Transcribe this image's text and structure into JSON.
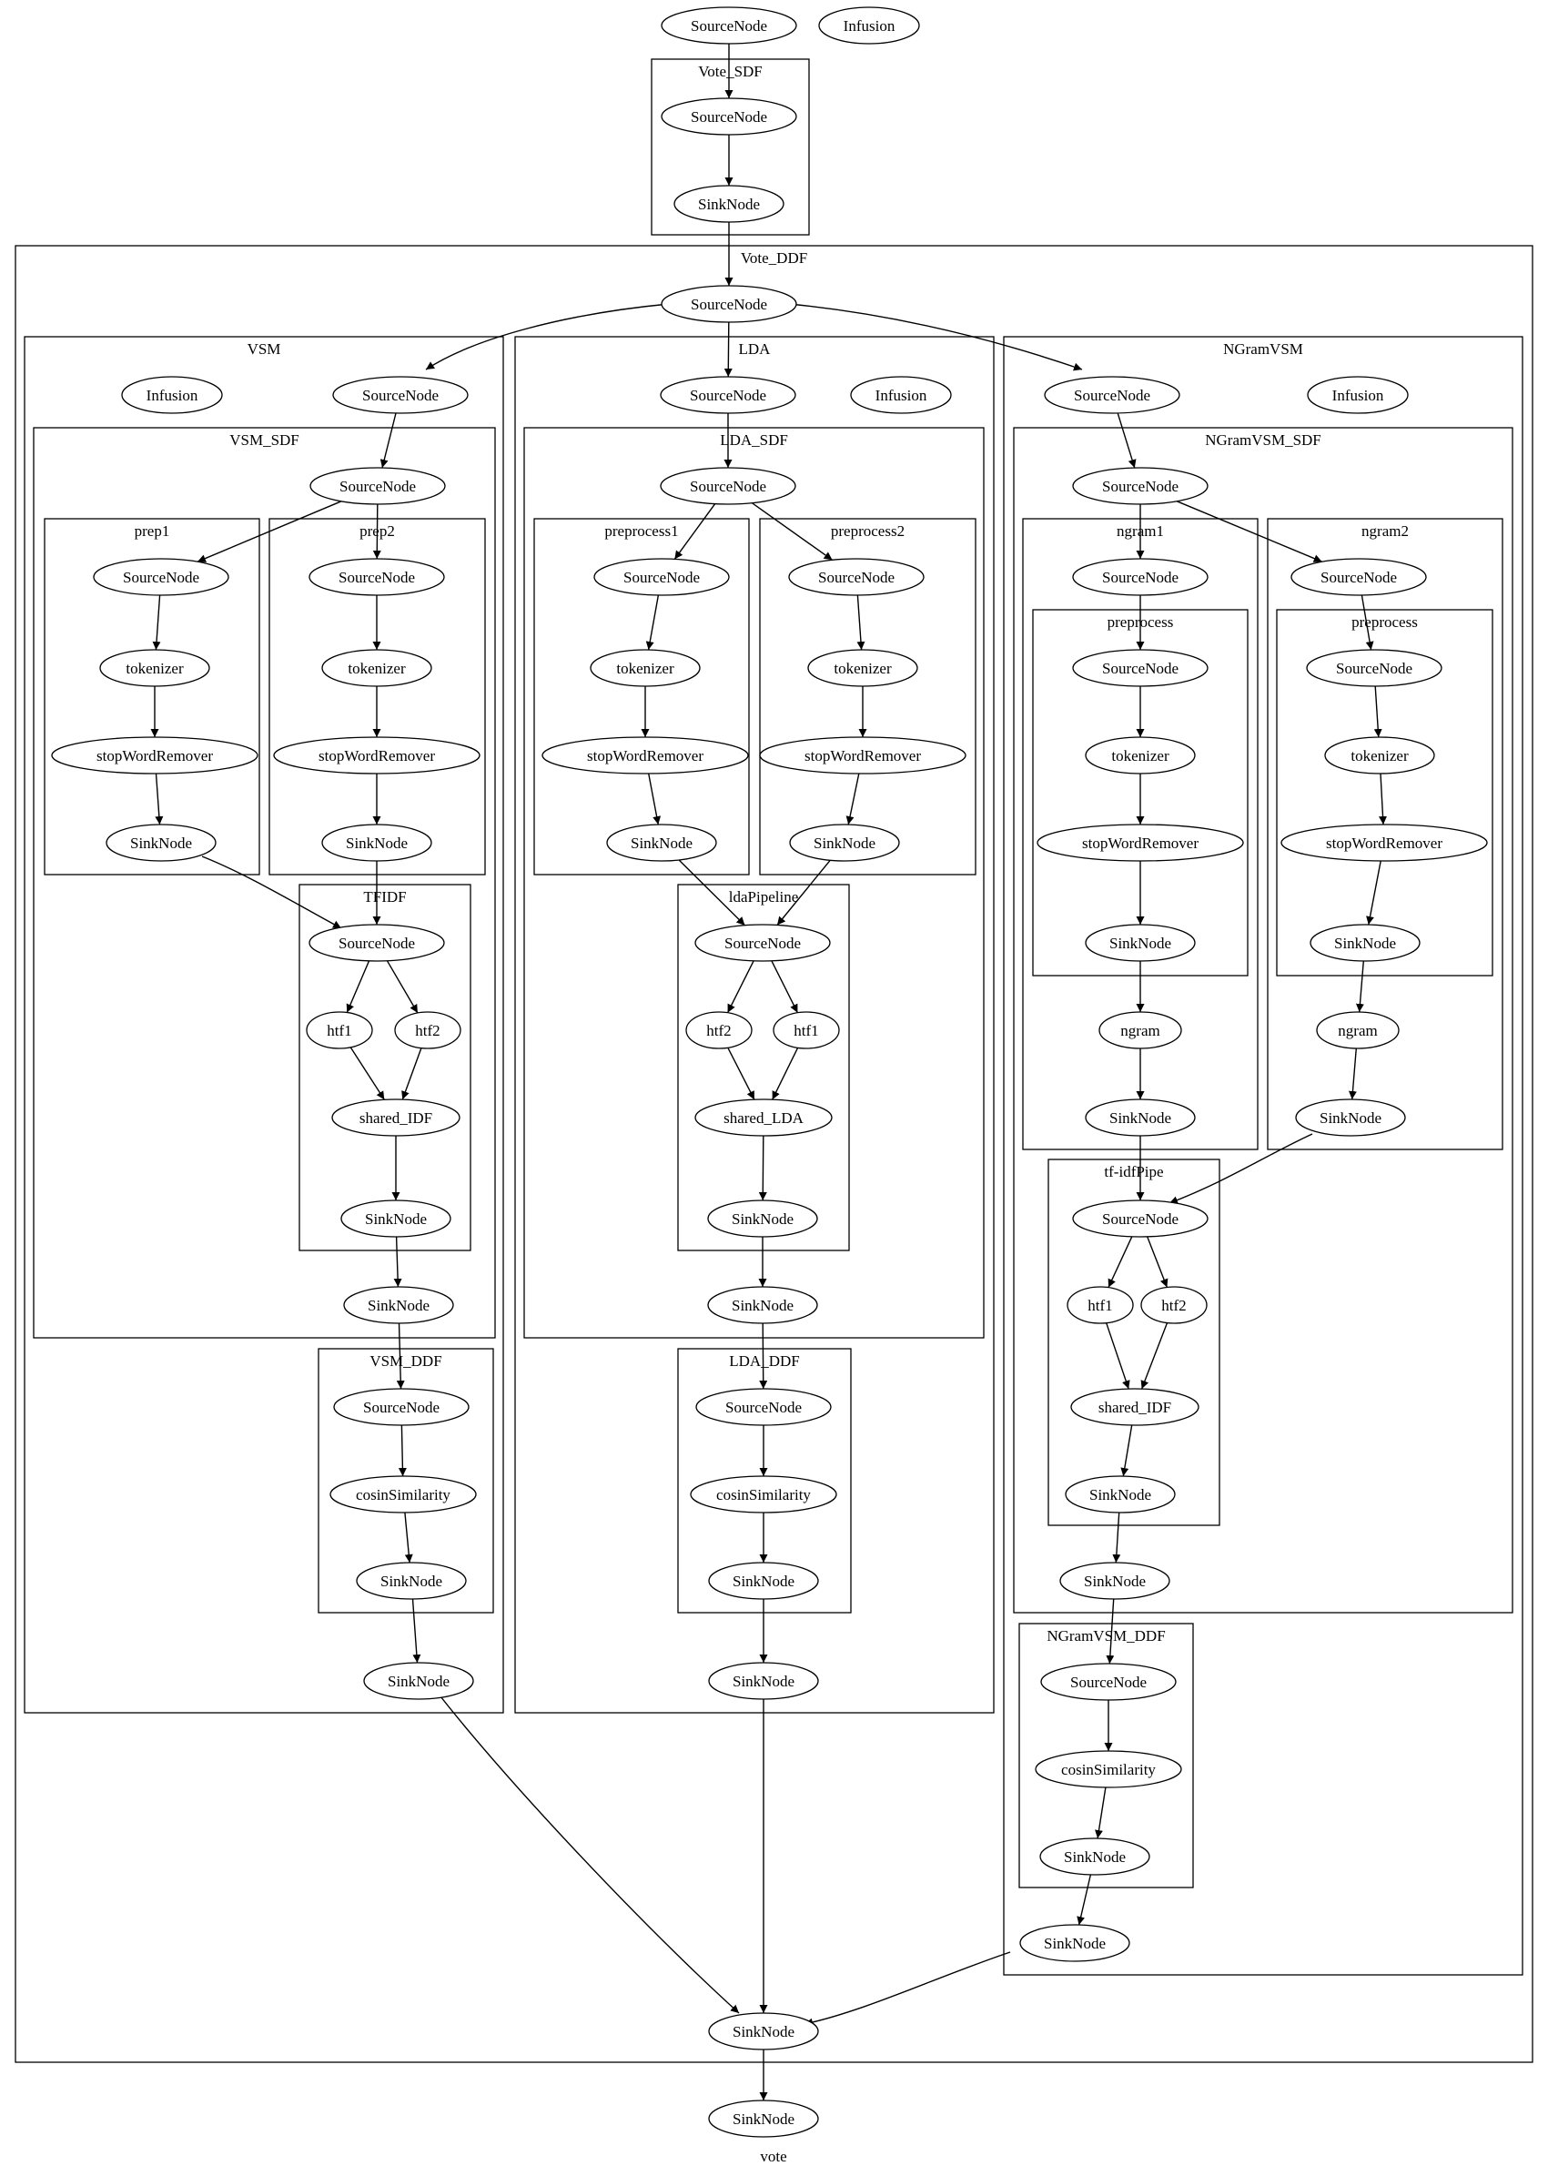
{
  "graph_label": "vote",
  "colors": {
    "stroke": "#000000",
    "background": "#ffffff",
    "fill": "#ffffff"
  },
  "clusters": [
    {
      "id": "vote_sdf",
      "label": "Vote_SDF"
    },
    {
      "id": "vote_ddf",
      "label": "Vote_DDF"
    },
    {
      "id": "vsm",
      "label": "VSM"
    },
    {
      "id": "vsm_sdf",
      "label": "VSM_SDF"
    },
    {
      "id": "prep1",
      "label": "prep1"
    },
    {
      "id": "prep2",
      "label": "prep2"
    },
    {
      "id": "tfidf",
      "label": "TFIDF"
    },
    {
      "id": "vsm_ddf",
      "label": "VSM_DDF"
    },
    {
      "id": "lda",
      "label": "LDA"
    },
    {
      "id": "lda_sdf",
      "label": "LDA_SDF"
    },
    {
      "id": "preprocess1",
      "label": "preprocess1"
    },
    {
      "id": "preprocess2",
      "label": "preprocess2"
    },
    {
      "id": "ldapipeline",
      "label": "ldaPipeline"
    },
    {
      "id": "lda_ddf",
      "label": "LDA_DDF"
    },
    {
      "id": "ngramvsm",
      "label": "NGramVSM"
    },
    {
      "id": "ngramvsm_sdf",
      "label": "NGramVSM_SDF"
    },
    {
      "id": "ngram1",
      "label": "ngram1"
    },
    {
      "id": "ngram1_pre",
      "label": "preprocess"
    },
    {
      "id": "ngram2",
      "label": "ngram2"
    },
    {
      "id": "ngram2_pre",
      "label": "preprocess"
    },
    {
      "id": "tfidfpipe",
      "label": "tf-idfPipe"
    },
    {
      "id": "ngramvsm_ddf",
      "label": "NGramVSM_DDF"
    }
  ],
  "nodes": [
    {
      "id": "top_src",
      "label": "SourceNode"
    },
    {
      "id": "top_inf",
      "label": "Infusion"
    },
    {
      "id": "vsdf_src",
      "label": "SourceNode"
    },
    {
      "id": "vsdf_sink",
      "label": "SinkNode"
    },
    {
      "id": "vddf_src",
      "label": "SourceNode"
    },
    {
      "id": "vsm_inf",
      "label": "Infusion"
    },
    {
      "id": "vsm_src",
      "label": "SourceNode"
    },
    {
      "id": "vsmsdf_src",
      "label": "SourceNode"
    },
    {
      "id": "p1_src",
      "label": "SourceNode"
    },
    {
      "id": "p1_tok",
      "label": "tokenizer"
    },
    {
      "id": "p1_stop",
      "label": "stopWordRemover"
    },
    {
      "id": "p1_sink",
      "label": "SinkNode"
    },
    {
      "id": "p2_src",
      "label": "SourceNode"
    },
    {
      "id": "p2_tok",
      "label": "tokenizer"
    },
    {
      "id": "p2_stop",
      "label": "stopWordRemover"
    },
    {
      "id": "p2_sink",
      "label": "SinkNode"
    },
    {
      "id": "tf_src",
      "label": "SourceNode"
    },
    {
      "id": "tf_htf1",
      "label": "htf1"
    },
    {
      "id": "tf_htf2",
      "label": "htf2"
    },
    {
      "id": "tf_idf",
      "label": "shared_IDF"
    },
    {
      "id": "tf_sink",
      "label": "SinkNode"
    },
    {
      "id": "vsmsdf_sink",
      "label": "SinkNode"
    },
    {
      "id": "vsmddf_src",
      "label": "SourceNode"
    },
    {
      "id": "vsmddf_cos",
      "label": "cosinSimilarity"
    },
    {
      "id": "vsmddf_sink",
      "label": "SinkNode"
    },
    {
      "id": "vsm_sink",
      "label": "SinkNode"
    },
    {
      "id": "lda_src",
      "label": "SourceNode"
    },
    {
      "id": "lda_inf",
      "label": "Infusion"
    },
    {
      "id": "ldasdf_src",
      "label": "SourceNode"
    },
    {
      "id": "pp1_src",
      "label": "SourceNode"
    },
    {
      "id": "pp1_tok",
      "label": "tokenizer"
    },
    {
      "id": "pp1_stop",
      "label": "stopWordRemover"
    },
    {
      "id": "pp1_sink",
      "label": "SinkNode"
    },
    {
      "id": "pp2_src",
      "label": "SourceNode"
    },
    {
      "id": "pp2_tok",
      "label": "tokenizer"
    },
    {
      "id": "pp2_stop",
      "label": "stopWordRemover"
    },
    {
      "id": "pp2_sink",
      "label": "SinkNode"
    },
    {
      "id": "lp_src",
      "label": "SourceNode"
    },
    {
      "id": "lp_htf2",
      "label": "htf2"
    },
    {
      "id": "lp_htf1",
      "label": "htf1"
    },
    {
      "id": "lp_lda",
      "label": "shared_LDA"
    },
    {
      "id": "lp_sink",
      "label": "SinkNode"
    },
    {
      "id": "ldasdf_sink",
      "label": "SinkNode"
    },
    {
      "id": "ldaddf_src",
      "label": "SourceNode"
    },
    {
      "id": "ldaddf_cos",
      "label": "cosinSimilarity"
    },
    {
      "id": "ldaddf_sink",
      "label": "SinkNode"
    },
    {
      "id": "lda_sink",
      "label": "SinkNode"
    },
    {
      "id": "ng_src",
      "label": "SourceNode"
    },
    {
      "id": "ng_inf",
      "label": "Infusion"
    },
    {
      "id": "ngsdf_src",
      "label": "SourceNode"
    },
    {
      "id": "ng1_src",
      "label": "SourceNode"
    },
    {
      "id": "ng1p_src",
      "label": "SourceNode"
    },
    {
      "id": "ng1p_tok",
      "label": "tokenizer"
    },
    {
      "id": "ng1p_stop",
      "label": "stopWordRemover"
    },
    {
      "id": "ng1p_sink",
      "label": "SinkNode"
    },
    {
      "id": "ng1_ngram",
      "label": "ngram"
    },
    {
      "id": "ng1_sink",
      "label": "SinkNode"
    },
    {
      "id": "ng2_src",
      "label": "SourceNode"
    },
    {
      "id": "ng2p_src",
      "label": "SourceNode"
    },
    {
      "id": "ng2p_tok",
      "label": "tokenizer"
    },
    {
      "id": "ng2p_stop",
      "label": "stopWordRemover"
    },
    {
      "id": "ng2p_sink",
      "label": "SinkNode"
    },
    {
      "id": "ng2_ngram",
      "label": "ngram"
    },
    {
      "id": "ng2_sink",
      "label": "SinkNode"
    },
    {
      "id": "tp_src",
      "label": "SourceNode"
    },
    {
      "id": "tp_htf1",
      "label": "htf1"
    },
    {
      "id": "tp_htf2",
      "label": "htf2"
    },
    {
      "id": "tp_idf",
      "label": "shared_IDF"
    },
    {
      "id": "tp_sink",
      "label": "SinkNode"
    },
    {
      "id": "ngsdf_sink",
      "label": "SinkNode"
    },
    {
      "id": "ngddf_src",
      "label": "SourceNode"
    },
    {
      "id": "ngddf_cos",
      "label": "cosinSimilarity"
    },
    {
      "id": "ngddf_sink",
      "label": "SinkNode"
    },
    {
      "id": "ng_sink",
      "label": "SinkNode"
    },
    {
      "id": "vddf_sink",
      "label": "SinkNode"
    },
    {
      "id": "final_sink",
      "label": "SinkNode"
    }
  ],
  "edges": [
    [
      "top_src",
      "vsdf_src"
    ],
    [
      "vsdf_src",
      "vsdf_sink"
    ],
    [
      "vsdf_sink",
      "vddf_src"
    ],
    [
      "vddf_src",
      "vsm_src"
    ],
    [
      "vddf_src",
      "lda_src"
    ],
    [
      "vddf_src",
      "ng_src"
    ],
    [
      "vsm_src",
      "vsmsdf_src"
    ],
    [
      "vsmsdf_src",
      "p1_src"
    ],
    [
      "vsmsdf_src",
      "p2_src"
    ],
    [
      "p1_src",
      "p1_tok"
    ],
    [
      "p1_tok",
      "p1_stop"
    ],
    [
      "p1_stop",
      "p1_sink"
    ],
    [
      "p2_src",
      "p2_tok"
    ],
    [
      "p2_tok",
      "p2_stop"
    ],
    [
      "p2_stop",
      "p2_sink"
    ],
    [
      "p1_sink",
      "tf_src"
    ],
    [
      "p2_sink",
      "tf_src"
    ],
    [
      "tf_src",
      "tf_htf1"
    ],
    [
      "tf_src",
      "tf_htf2"
    ],
    [
      "tf_htf1",
      "tf_idf"
    ],
    [
      "tf_htf2",
      "tf_idf"
    ],
    [
      "tf_idf",
      "tf_sink"
    ],
    [
      "tf_sink",
      "vsmsdf_sink"
    ],
    [
      "vsmsdf_sink",
      "vsmddf_src"
    ],
    [
      "vsmddf_src",
      "vsmddf_cos"
    ],
    [
      "vsmddf_cos",
      "vsmddf_sink"
    ],
    [
      "vsmddf_sink",
      "vsm_sink"
    ],
    [
      "lda_src",
      "ldasdf_src"
    ],
    [
      "ldasdf_src",
      "pp1_src"
    ],
    [
      "ldasdf_src",
      "pp2_src"
    ],
    [
      "pp1_src",
      "pp1_tok"
    ],
    [
      "pp1_tok",
      "pp1_stop"
    ],
    [
      "pp1_stop",
      "pp1_sink"
    ],
    [
      "pp2_src",
      "pp2_tok"
    ],
    [
      "pp2_tok",
      "pp2_stop"
    ],
    [
      "pp2_stop",
      "pp2_sink"
    ],
    [
      "pp1_sink",
      "lp_src"
    ],
    [
      "pp2_sink",
      "lp_src"
    ],
    [
      "lp_src",
      "lp_htf2"
    ],
    [
      "lp_src",
      "lp_htf1"
    ],
    [
      "lp_htf2",
      "lp_lda"
    ],
    [
      "lp_htf1",
      "lp_lda"
    ],
    [
      "lp_lda",
      "lp_sink"
    ],
    [
      "lp_sink",
      "ldasdf_sink"
    ],
    [
      "ldasdf_sink",
      "ldaddf_src"
    ],
    [
      "ldaddf_src",
      "ldaddf_cos"
    ],
    [
      "ldaddf_cos",
      "ldaddf_sink"
    ],
    [
      "ldaddf_sink",
      "lda_sink"
    ],
    [
      "ng_src",
      "ngsdf_src"
    ],
    [
      "ngsdf_src",
      "ng1_src"
    ],
    [
      "ngsdf_src",
      "ng2_src"
    ],
    [
      "ng1_src",
      "ng1p_src"
    ],
    [
      "ng1p_src",
      "ng1p_tok"
    ],
    [
      "ng1p_tok",
      "ng1p_stop"
    ],
    [
      "ng1p_stop",
      "ng1p_sink"
    ],
    [
      "ng1p_sink",
      "ng1_ngram"
    ],
    [
      "ng1_ngram",
      "ng1_sink"
    ],
    [
      "ng2_src",
      "ng2p_src"
    ],
    [
      "ng2p_src",
      "ng2p_tok"
    ],
    [
      "ng2p_tok",
      "ng2p_stop"
    ],
    [
      "ng2p_stop",
      "ng2p_sink"
    ],
    [
      "ng2p_sink",
      "ng2_ngram"
    ],
    [
      "ng2_ngram",
      "ng2_sink"
    ],
    [
      "ng1_sink",
      "tp_src"
    ],
    [
      "ng2_sink",
      "tp_src"
    ],
    [
      "tp_src",
      "tp_htf1"
    ],
    [
      "tp_src",
      "tp_htf2"
    ],
    [
      "tp_htf1",
      "tp_idf"
    ],
    [
      "tp_htf2",
      "tp_idf"
    ],
    [
      "tp_idf",
      "tp_sink"
    ],
    [
      "tp_sink",
      "ngsdf_sink"
    ],
    [
      "ngsdf_sink",
      "ngddf_src"
    ],
    [
      "ngddf_src",
      "ngddf_cos"
    ],
    [
      "ngddf_cos",
      "ngddf_sink"
    ],
    [
      "ngddf_sink",
      "ng_sink"
    ],
    [
      "vsm_sink",
      "vddf_sink"
    ],
    [
      "lda_sink",
      "vddf_sink"
    ],
    [
      "ng_sink",
      "vddf_sink"
    ],
    [
      "vddf_sink",
      "final_sink"
    ]
  ]
}
